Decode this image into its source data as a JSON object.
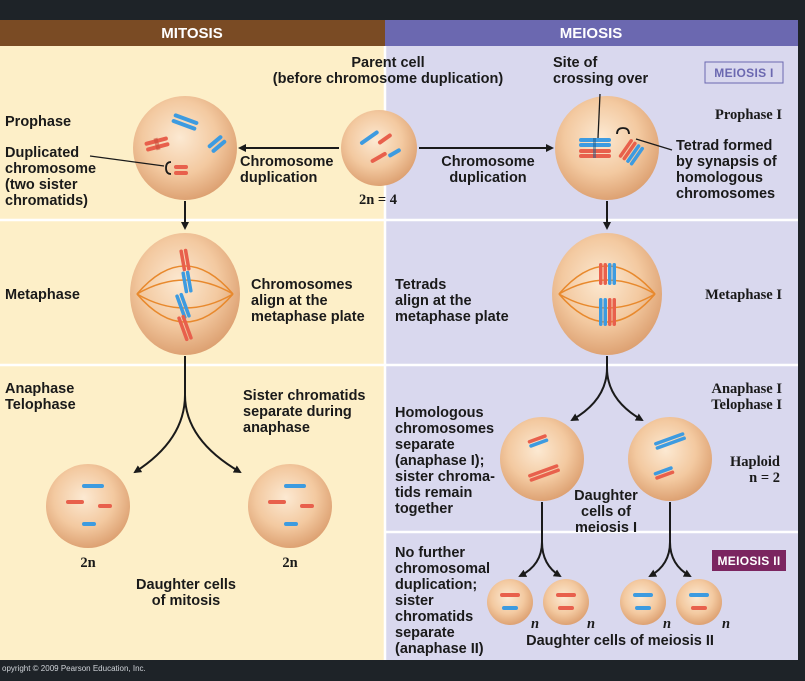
{
  "headers": {
    "mitosis": "MITOSIS",
    "meiosis": "MEIOSIS"
  },
  "tags": {
    "meiosis1": "MEIOSIS I",
    "meiosis2": "MEIOSIS II"
  },
  "parent_cell": {
    "line1": "Parent cell",
    "line2": "(before chromosome duplication)",
    "ploidy": "2n = 4"
  },
  "site_crossing": {
    "line1": "Site of",
    "line2": "crossing over"
  },
  "mitosis": {
    "prophase": "Prophase",
    "duplicated": [
      "Duplicated",
      "chromosome",
      "(two sister",
      "chromatids)"
    ],
    "chrom_dup": [
      "Chromosome",
      "duplication"
    ],
    "metaphase": "Metaphase",
    "align": [
      "Chromosomes",
      "align at the",
      "metaphase plate"
    ],
    "anaphase": [
      "Anaphase",
      "Telophase"
    ],
    "sister_sep": [
      "Sister chromatids",
      "separate during",
      "anaphase"
    ],
    "ploidy_left": "2n",
    "ploidy_right": "2n",
    "daughters": [
      "Daughter cells",
      "of mitosis"
    ]
  },
  "meiosis": {
    "chrom_dup": [
      "Chromosome",
      "duplication"
    ],
    "prophase": "Prophase I",
    "tetrad": [
      "Tetrad formed",
      "by synapsis of",
      "homologous",
      "chromosomes"
    ],
    "tetrads_align": [
      "Tetrads",
      "align at the",
      "metaphase plate"
    ],
    "metaphase": "Metaphase I",
    "anaphase": [
      "Anaphase I",
      "Telophase I"
    ],
    "homologous": [
      "Homologous",
      "chromosomes",
      "separate",
      "(anaphase I);",
      "sister chroma-",
      "tids remain",
      "together"
    ],
    "haploid": [
      "Haploid",
      "n = 2"
    ],
    "daughters1": [
      "Daughter",
      "cells of",
      "meiosis I"
    ],
    "no_further": [
      "No further",
      "chromosomal",
      "duplication;",
      "sister",
      "chromatids",
      "separate",
      "(anaphase II)"
    ],
    "n_labels": [
      "n",
      "n",
      "n",
      "n"
    ],
    "daughters2": "Daughter cells of meiosis II"
  },
  "copyright": "opyright © 2009 Pearson Education, Inc.",
  "colors": {
    "mitosis_bg": "#fdefc8",
    "meiosis_bg": "#d9d8ee",
    "mitosis_hdr": "#7a4b24",
    "meiosis_hdr": "#6b68b0",
    "chrom_red": "#e8604c",
    "chrom_blue": "#3d9be0"
  }
}
